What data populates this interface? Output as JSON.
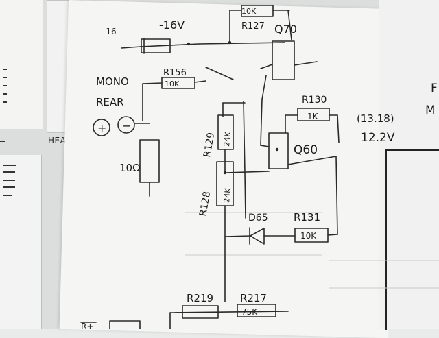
{
  "labels": {
    "r127": "R127",
    "r127_value": "10K",
    "q70": "Q70",
    "neg16_left": "-16",
    "neg16": "-16V",
    "r156": "R156",
    "r156_value": "10K",
    "mono": "MONO",
    "rear": "REAR",
    "plus": "+",
    "minus": "−",
    "speaker_ohms": "10Ω",
    "r129": "R129",
    "r129_value": "24K",
    "r130": "R130",
    "r130_value": "1K",
    "q60": "Q60",
    "voltage_paren": "(13.18)",
    "voltage": "12.2V",
    "r128": "R128",
    "r128_value": "24K",
    "d65": "D65",
    "r131": "R131",
    "r131_value": "10K",
    "r219": "R219",
    "r217": "R217",
    "r217_value": "75K",
    "bottom_left": "R+",
    "right_f": "F",
    "right_m": "M"
  },
  "background": {
    "heating": "HEATIN"
  }
}
